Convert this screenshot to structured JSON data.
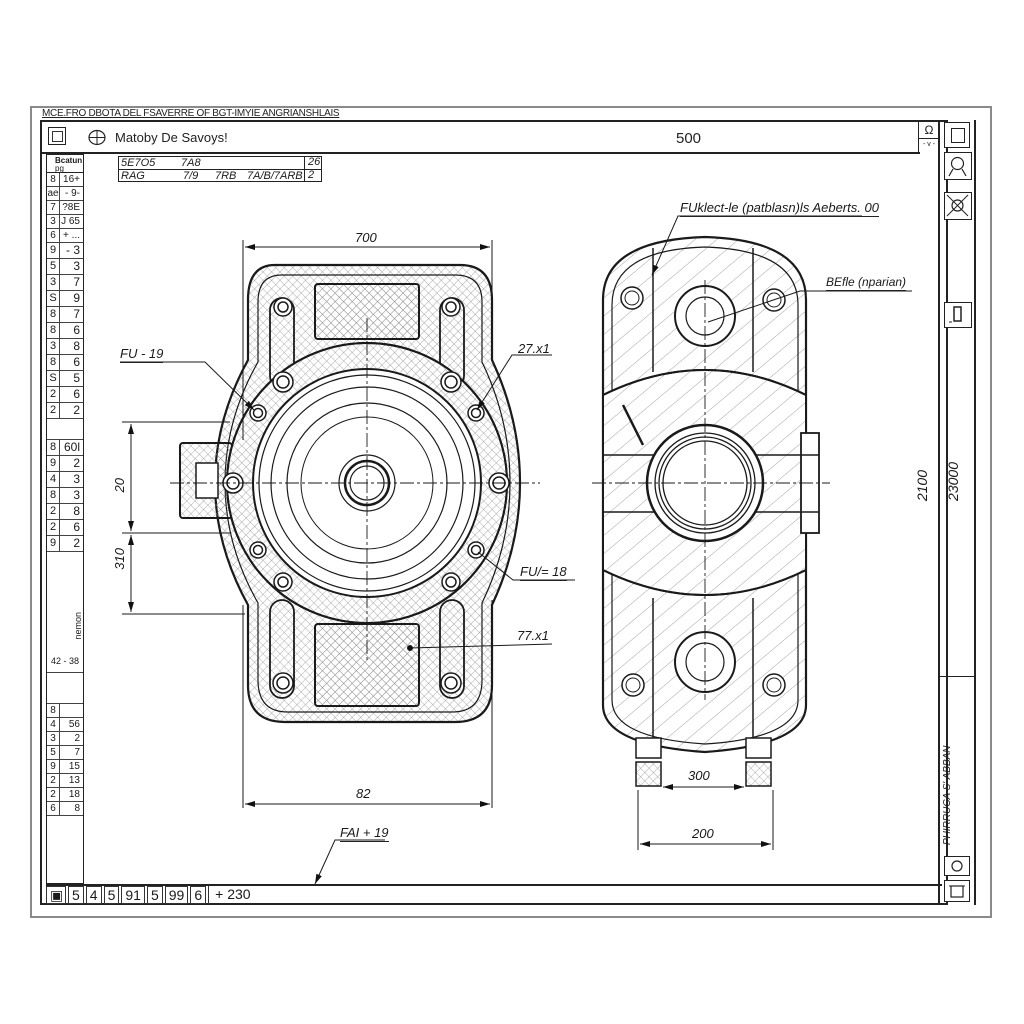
{
  "sheet": {
    "title": "MCE.FRO DBOTA DEL FSAVERRE OF BGT-IMYIE ANGRIANSHLAIS",
    "app_title": "Matoby De Savoys!",
    "header_value": "500"
  },
  "info_table": {
    "row1": [
      "5E7O5",
      "7A8"
    ],
    "row2": [
      "RAG",
      "7/9",
      "7RB",
      "7A/B/7ARB"
    ],
    "right": [
      "26",
      "2"
    ]
  },
  "left_panel": {
    "header": "Bcatun",
    "subheader": "pg",
    "rows_top": [
      {
        "a": "8",
        "b": "16+"
      },
      {
        "a": "ae",
        "b": "- 9-"
      },
      {
        "a": "7",
        "b": "?8E"
      },
      {
        "a": "3",
        "b": "J 65"
      },
      {
        "a": "6",
        "b": "+ ..."
      },
      {
        "a": "9",
        "b": "- 3"
      },
      {
        "a": "5",
        "b": "3"
      },
      {
        "a": "3",
        "b": "7"
      },
      {
        "a": "S",
        "b": "9"
      },
      {
        "a": "8",
        "b": "7"
      },
      {
        "a": "8",
        "b": "6"
      },
      {
        "a": "3",
        "b": "8"
      },
      {
        "a": "8",
        "b": "6"
      },
      {
        "a": "S",
        "b": "5"
      },
      {
        "a": "2",
        "b": "6"
      },
      {
        "a": "2",
        "b": "2"
      }
    ],
    "rows_mid": [
      {
        "a": "8",
        "b": "60l"
      },
      {
        "a": "9",
        "b": "2"
      },
      {
        "a": "4",
        "b": "3"
      },
      {
        "a": "8",
        "b": "3"
      },
      {
        "a": "2",
        "b": "8"
      },
      {
        "a": "2",
        "b": "6"
      },
      {
        "a": "9",
        "b": "2"
      }
    ],
    "vert_note": "nemon",
    "vert_code": "42 - 38",
    "rows_bottom": [
      {
        "a": "8",
        "b": ""
      },
      {
        "a": "4",
        "b": "56"
      },
      {
        "a": "3",
        "b": "2"
      },
      {
        "a": "5",
        "b": "7"
      },
      {
        "a": "9",
        "b": "15"
      },
      {
        "a": "2",
        "b": "13"
      },
      {
        "a": "2",
        "b": "18"
      },
      {
        "a": "6",
        "b": "8"
      }
    ]
  },
  "bottom_strip": {
    "cells": [
      "5",
      "4",
      "5",
      "91",
      "5",
      "99",
      "6"
    ],
    "value": "+ 230"
  },
  "right_panel": {
    "top_symbol": "Ω",
    "top_sub": "- v -",
    "vertical_label": "PHIRRUCA S' ABBAN",
    "dim_a": "2100",
    "dim_b": "23000"
  },
  "front_view": {
    "dim_top": "700",
    "dim_bottom": "82",
    "dim_left_upper": "20",
    "dim_left_lower": "310",
    "callout_left": "FU - 19",
    "callout_right_top": "27.x1",
    "callout_right_mid": "FU/= 18",
    "callout_right_low": "77.x1",
    "callout_bottom": "FAI + 19"
  },
  "side_view": {
    "note_top": "FUklect-le (patblasn)ls Aeberts. 00",
    "note_right": "BEfle (nparian)",
    "dim_inner": "300",
    "dim_outer": "200"
  },
  "colors": {
    "line": "#1a1a1a",
    "hatch": "#7a7a7a",
    "frame_outer": "#8a8a8a",
    "paper": "#ffffff"
  }
}
